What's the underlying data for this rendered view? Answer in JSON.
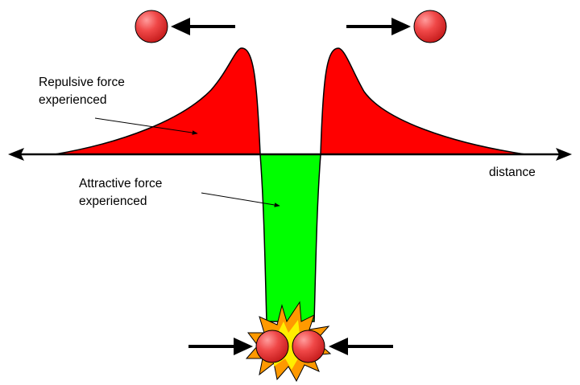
{
  "labels": {
    "repulsive_line1": "Repulsive force",
    "repulsive_line2": "experienced",
    "attractive_line1": "Attractive force",
    "attractive_line2": "experienced",
    "distance": "distance"
  },
  "colors": {
    "repulsive_fill": "#ff0000",
    "attractive_fill": "#00ff00",
    "particle": "#ee3333",
    "collision_outer": "#ff9900",
    "collision_inner": "#ffee00"
  },
  "icons": {
    "particle": "sphere",
    "arrow": "arrow",
    "collision": "starburst"
  }
}
